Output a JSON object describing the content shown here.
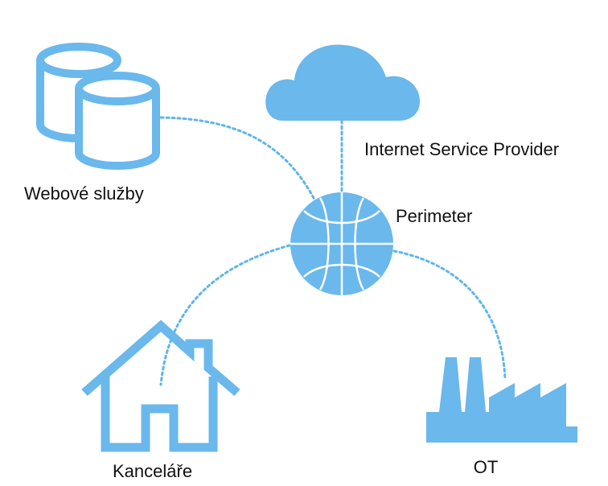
{
  "labels": {
    "web_services": "Webové služby",
    "isp": "Internet Service Provider",
    "perimeter": "Perimeter",
    "offices": "Kanceláře",
    "ot": "OT"
  },
  "colors": {
    "accent": "#6ab8ec",
    "link": "#5fb6e8",
    "text": "#111111"
  },
  "icons": {
    "web_services": "database-icon",
    "isp": "cloud-icon",
    "perimeter": "globe-icon",
    "offices": "house-icon",
    "ot": "factory-icon"
  }
}
